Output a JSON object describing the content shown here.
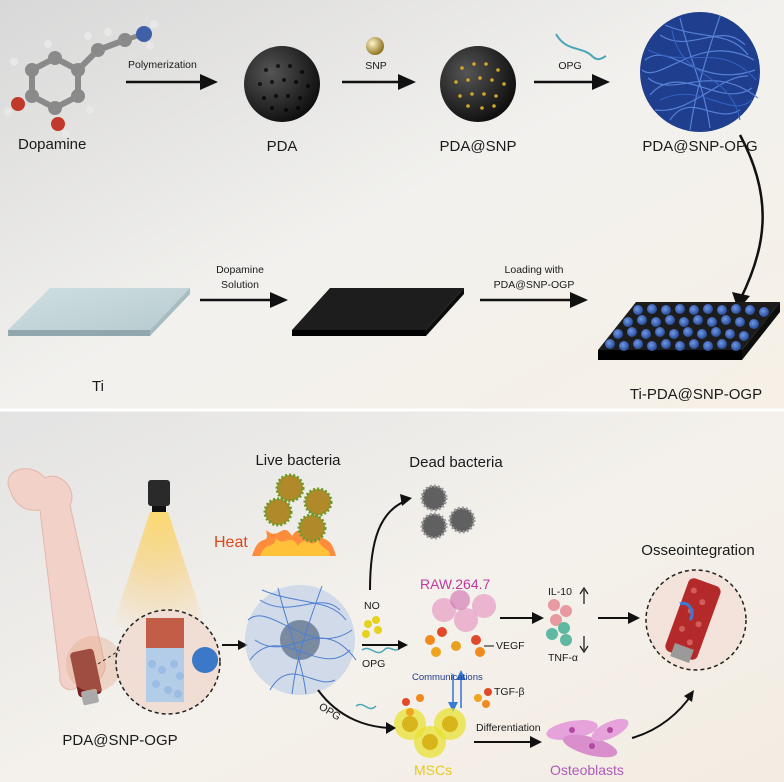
{
  "top_section": {
    "dopamine": "Dopamine",
    "polymerization": "Polymerization",
    "pda": "PDA",
    "snp": "SNP",
    "pda_snp": "PDA@SNP",
    "opg": "OPG",
    "pda_snp_opg": "PDA@SNP-OPG"
  },
  "middle_section": {
    "ti": "Ti",
    "dopamine_solution_line1": "Dopamine",
    "dopamine_solution_line2": "Solution",
    "loading_line1": "Loading with",
    "loading_line2": "PDA@SNP-OGP",
    "ti_pda": "Ti-PDA@SNP-OGP"
  },
  "bottom_section": {
    "live_bacteria": "Live bacteria",
    "dead_bacteria": "Dead bacteria",
    "heat": "Heat",
    "osseointegration": "Osseointegration",
    "no": "NO",
    "opg_mid": "OPG",
    "raw": "RAW.264.7",
    "vegf": "VEGF",
    "il10": "IL-10",
    "tnf": "TNF-α",
    "communications": "Communications",
    "tgf": "TGF-β",
    "opg_low": "OPG",
    "differentiation": "Differentiation",
    "mscs": "MSCs",
    "osteoblasts": "Osteoblasts",
    "pda_snp_ogp": "PDA@SNP-OGP"
  },
  "colors": {
    "pda_black": "#1c1c1c",
    "gold": "#c9a227",
    "blue_fiber": "#2f5fbf",
    "heat_red": "#e0461a",
    "raw_magenta": "#c0399b",
    "msc_yellow": "#e8c81f",
    "osteoblast_pink": "#b05ab8",
    "arrow_blue": "#3a7bd5"
  }
}
